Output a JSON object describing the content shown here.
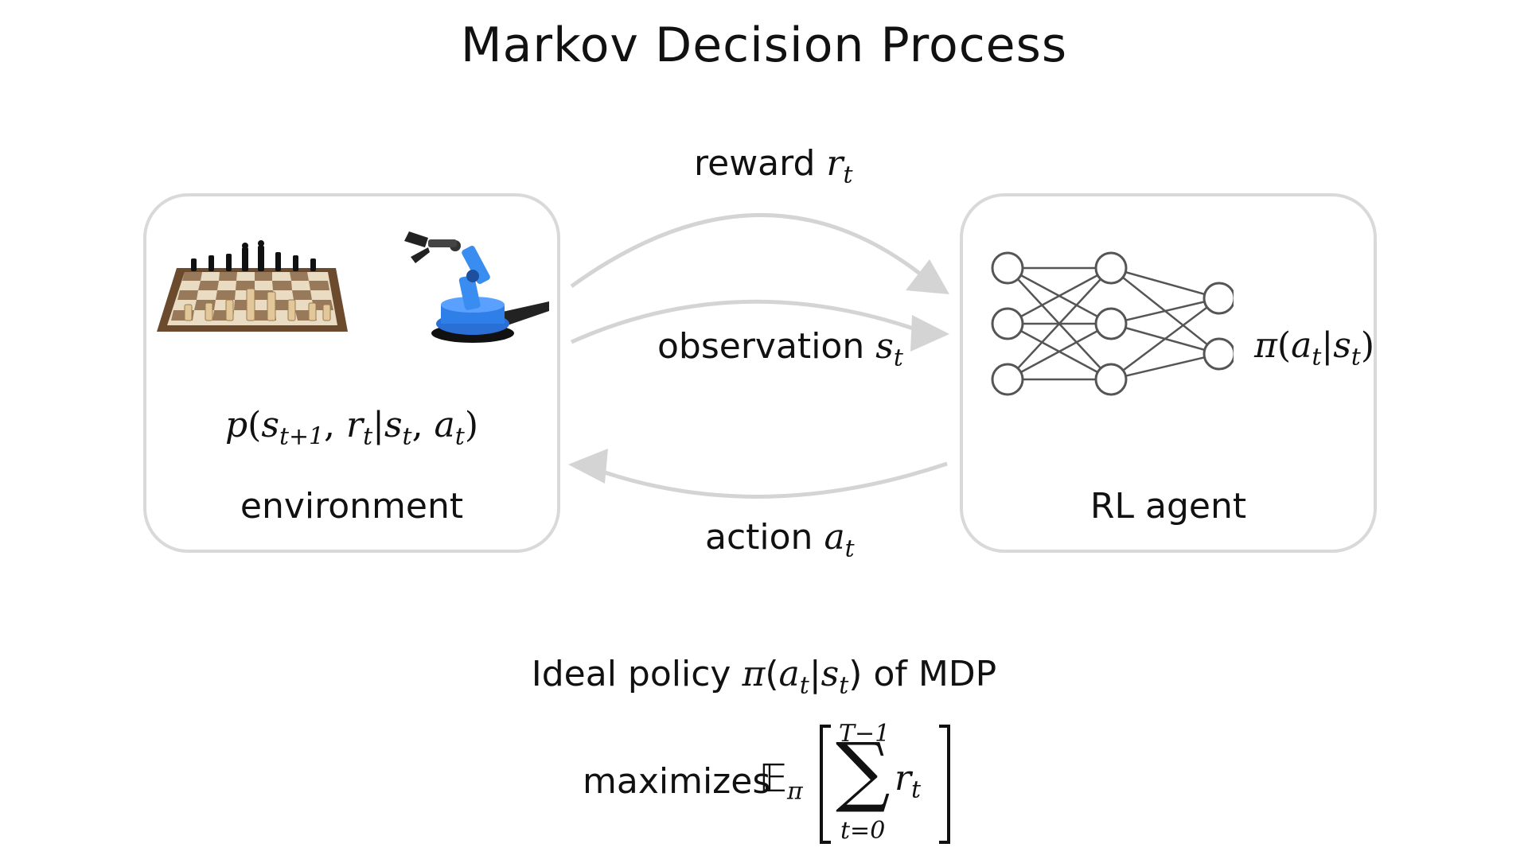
{
  "title": "Markov Decision Process",
  "environment": {
    "label": "environment",
    "dynamics": {
      "p": "p",
      "s": "s",
      "t1": "t+1",
      "r": "r",
      "t": "t",
      "a": "a"
    }
  },
  "agent": {
    "label": "RL agent",
    "policy": {
      "pi": "π",
      "a": "a",
      "t": "t",
      "s": "s"
    }
  },
  "arrows": {
    "reward": {
      "label": "reward",
      "var": "r",
      "sub": "t"
    },
    "observation": {
      "label": "observation",
      "var": "s",
      "sub": "t"
    },
    "action": {
      "label": "action",
      "var": "a",
      "sub": "t"
    }
  },
  "bottom": {
    "line1_prefix": "Ideal policy",
    "line1_suffix": "of MDP",
    "line2_prefix": "maximizes",
    "expectation": "𝔼",
    "expectation_sub": "π",
    "sum_upper": "T−1",
    "sum_lower": "t=0",
    "sum_symbol": "∑",
    "sum_term": "r",
    "sum_term_sub": "t"
  },
  "colors": {
    "box_border": "#d9d9d9",
    "arrow": "#d4d4d4",
    "network": "#555555"
  }
}
